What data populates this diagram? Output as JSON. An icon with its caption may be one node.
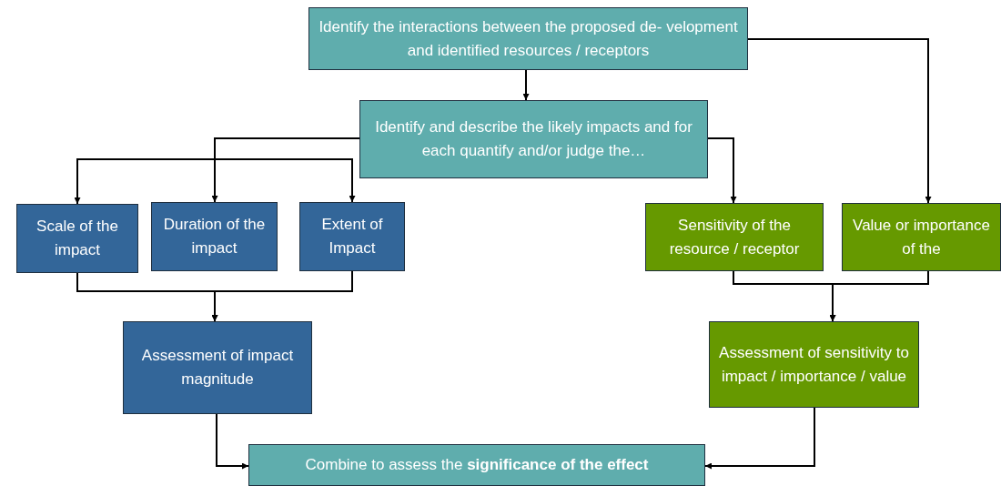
{
  "diagram": {
    "nodes": [
      {
        "text": [
          "Identify the interactions between the proposed de- velopment and identified resources / receptors"
        ]
      },
      {
        "text": [
          "Identify and describe the likely impacts and for each quantify and/or judge the…"
        ]
      },
      {
        "text": [
          "Scale of the impact"
        ]
      },
      {
        "text": [
          "Duration of the impact"
        ]
      },
      {
        "text": [
          "Extent of Impact"
        ]
      },
      {
        "text": [
          "Sensitivity of the resource / receptor"
        ]
      },
      {
        "text": [
          "Value or importance of the"
        ]
      },
      {
        "text": [
          "Assessment of impact magnitude"
        ]
      },
      {
        "text": [
          "Assessment of sensitivity to impact / importance / value"
        ]
      },
      {
        "text": [
          "Combine to assess the **significance of the effect**"
        ]
      }
    ],
    "edges": [
      {
        "from": 0,
        "to": 1,
        "arrow": "to"
      },
      {
        "from": 0,
        "to": 6,
        "arrow": "to"
      },
      {
        "from": 1,
        "to": 3,
        "arrow": "to"
      },
      {
        "from": 1,
        "to": 2,
        "arrow": "to"
      },
      {
        "from": 1,
        "to": 4,
        "arrow": "to"
      },
      {
        "from": 1,
        "to": 5,
        "arrow": "to"
      },
      {
        "from": 2,
        "to": 7,
        "arrow": "to"
      },
      {
        "from": 4,
        "to": 7,
        "arrow": "to"
      },
      {
        "from": 5,
        "to": 8,
        "arrow": "to"
      },
      {
        "from": 6,
        "to": 8,
        "arrow": "to"
      },
      {
        "from": 7,
        "to": 9,
        "arrow": "to"
      },
      {
        "from": 8,
        "to": 9,
        "arrow": "to"
      }
    ]
  }
}
